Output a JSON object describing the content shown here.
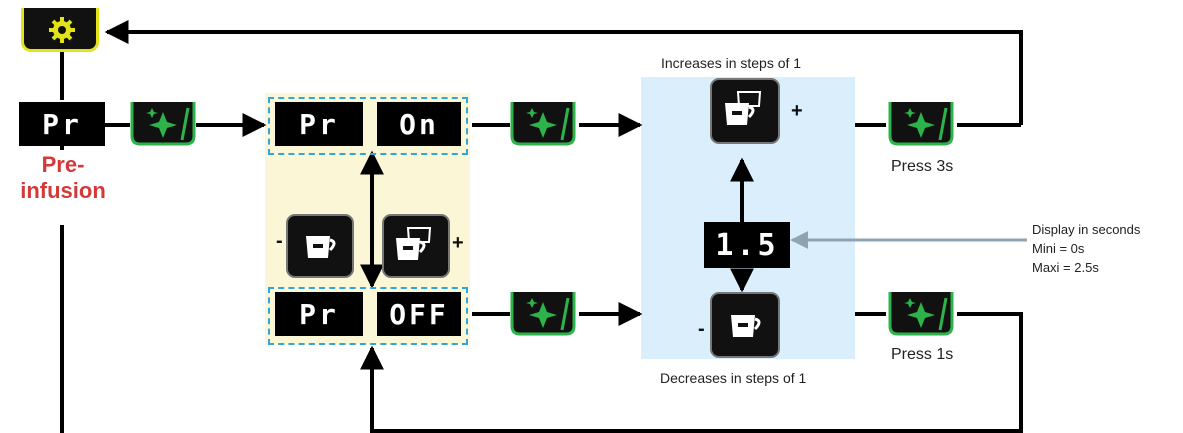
{
  "displays": {
    "pri_left": "Pr",
    "pri_on_a": "Pr",
    "pri_on_b": "On",
    "pri_off_a": "Pr",
    "pri_off_b": "OFF",
    "value": "1.5"
  },
  "labels": {
    "preinfusion": [
      "Pre-",
      "infusion"
    ],
    "increases": "Increases in steps of 1",
    "decreases": "Decreases in steps of 1",
    "press3": "Press 3s",
    "press1": "Press 1s",
    "plus": "+",
    "minus": "-"
  },
  "note": {
    "line1": "Display in seconds",
    "line2": "Mini = 0s",
    "line3": "Maxi = 2.5s"
  },
  "colors": {
    "settings_border": "#e3e31a",
    "green_button": "#2cb34a",
    "dashed": "#2fa6e0",
    "preinfusion_text": "#d23a3a",
    "arrow_gray": "#8fa3b3"
  },
  "icons": [
    "gear-icon",
    "sparkle-icon",
    "single-cup-icon",
    "double-cup-icon"
  ]
}
